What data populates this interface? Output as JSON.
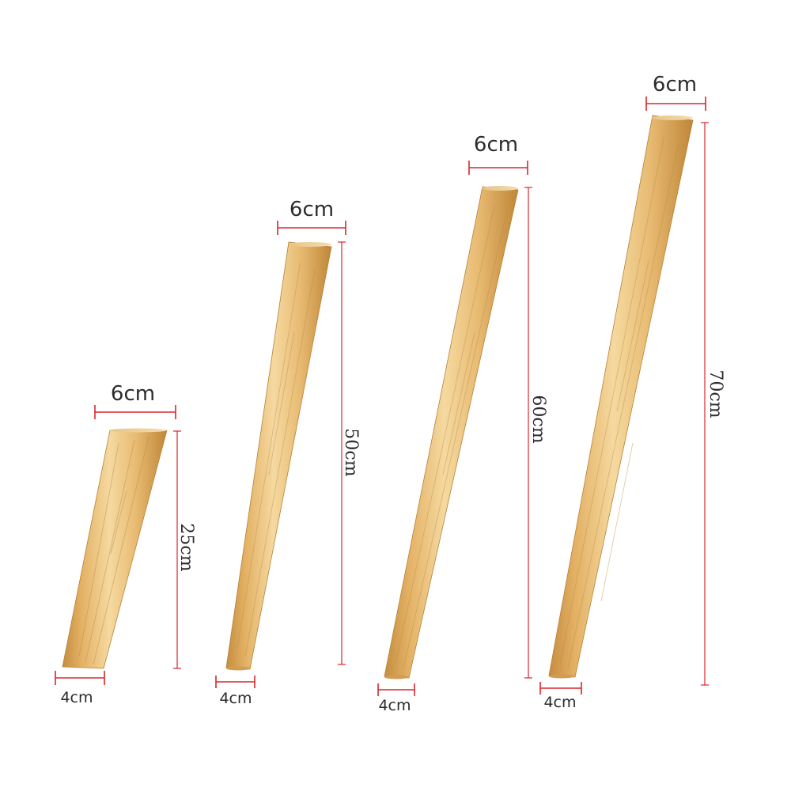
{
  "legs": [
    {
      "top_width": "6cm",
      "bottom_width": "4cm",
      "length": "25cm"
    },
    {
      "top_width": "6cm",
      "bottom_width": "4cm",
      "length": "50cm"
    },
    {
      "top_width": "6cm",
      "bottom_width": "4cm",
      "length": "60cm"
    },
    {
      "top_width": "6cm",
      "bottom_width": "4cm",
      "length": "70cm"
    }
  ],
  "colors": {
    "wood_light": "#f1cf8f",
    "wood_mid": "#deab5e",
    "wood_dark": "#c08a3e",
    "dimension_line": "#d9262c",
    "text": "#2b2b2b",
    "background": "#ffffff"
  }
}
